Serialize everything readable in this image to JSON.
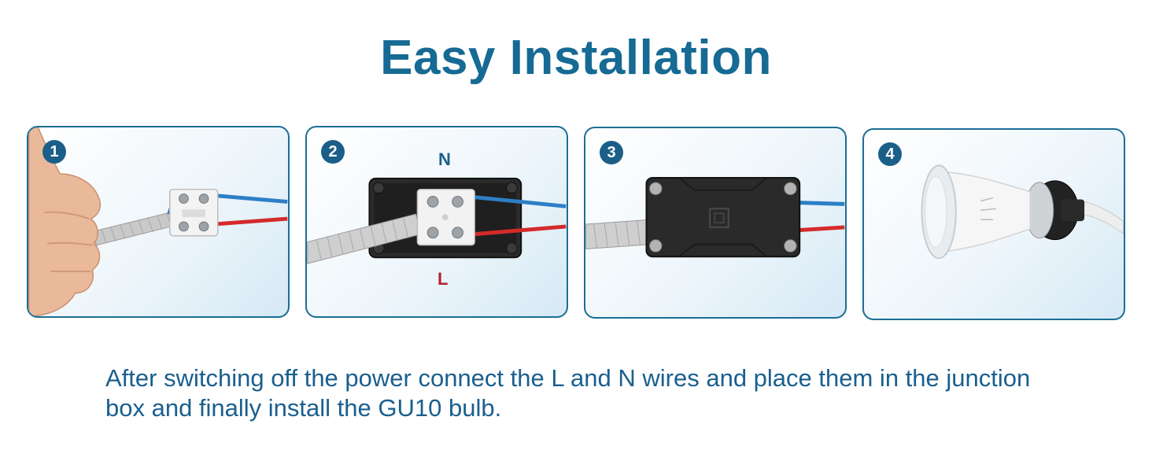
{
  "page": {
    "title": "Easy Installation",
    "caption": "After switching off the power connect the L and N wires and place them in the junction box and finally install the GU10 bulb.",
    "accent_color": "#166a93",
    "caption_color": "#1a5f8e",
    "badge_color": "#1b5f88"
  },
  "steps": [
    {
      "number": "1",
      "illustration": "wire-connector-in-hand"
    },
    {
      "number": "2",
      "illustration": "open-junction-box",
      "label_n": "N",
      "label_l": "L",
      "n_color": "#1b5f88",
      "l_color": "#b5202e"
    },
    {
      "number": "3",
      "illustration": "closed-junction-box"
    },
    {
      "number": "4",
      "illustration": "gu10-bulb-in-socket"
    }
  ]
}
